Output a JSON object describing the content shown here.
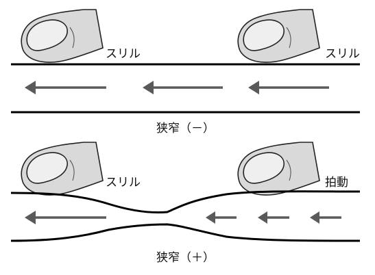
{
  "top_panel": {
    "finger_label_left": "スリル",
    "finger_label_right": "スリル",
    "caption": "狭窄（－）"
  },
  "bottom_panel": {
    "finger_label_left": "スリル",
    "finger_label_right": "拍動",
    "caption": "狭窄（＋）"
  },
  "colors": {
    "line": "#000000",
    "arrow": "#5a5a5a",
    "finger_fill": "#d9d9d9",
    "nail_fill": "#efefef"
  },
  "icons": [
    "finger-icon",
    "left-arrow-icon"
  ]
}
